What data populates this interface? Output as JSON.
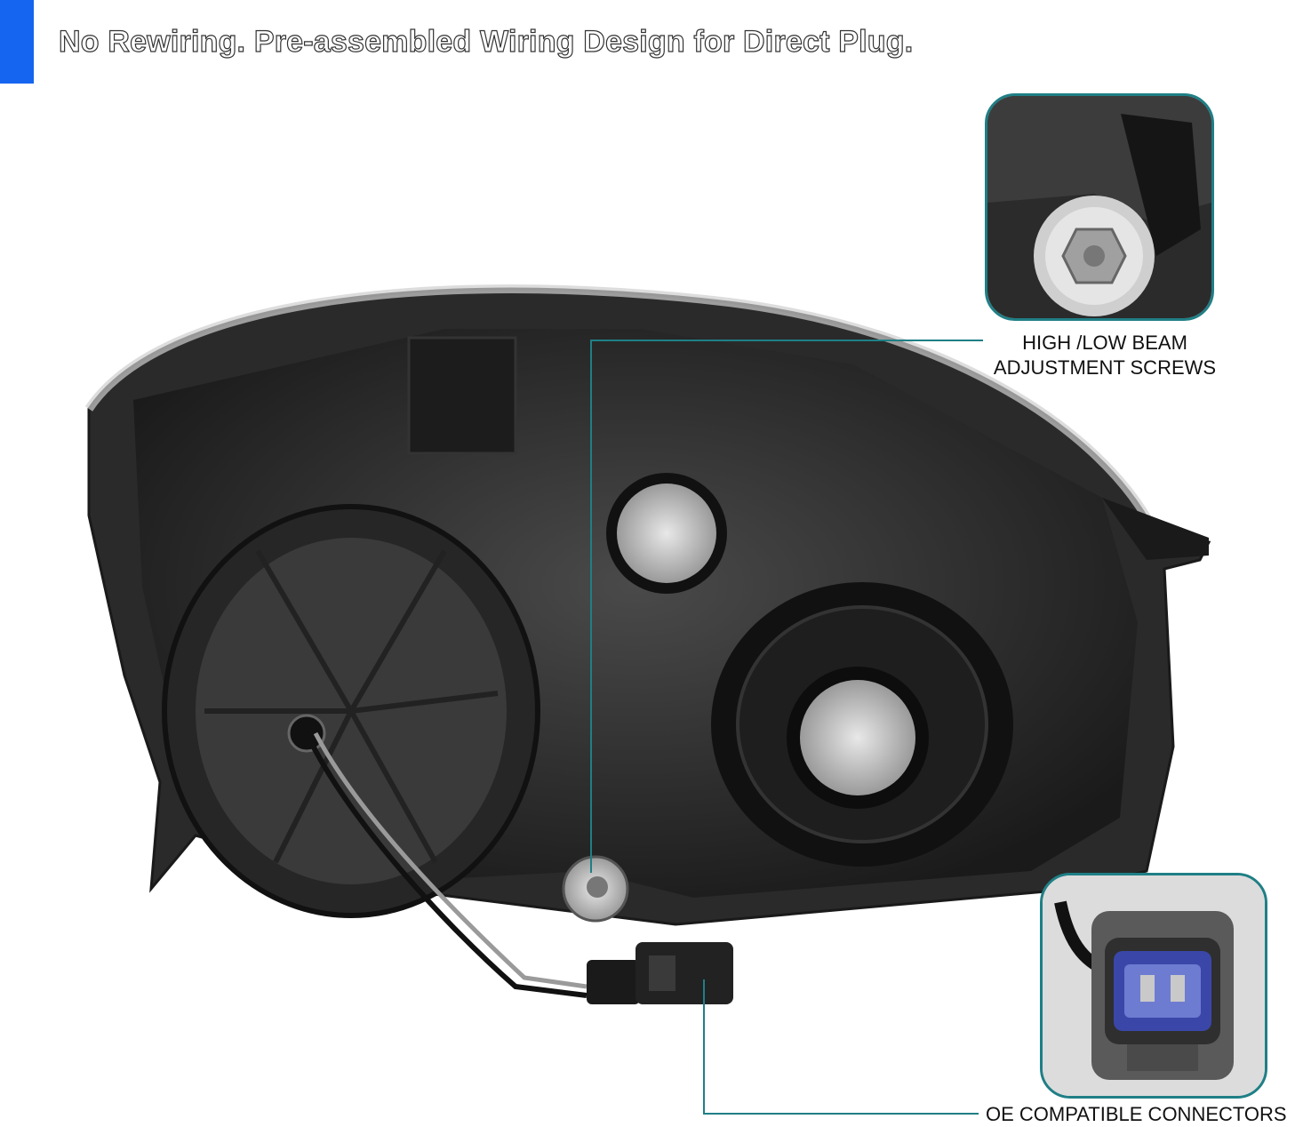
{
  "header": {
    "title": "No Rewiring. Pre-assembled Wiring Design for Direct Plug.",
    "accent_color": "#1565f0"
  },
  "callouts": {
    "adjustment": {
      "line1": "HIGH /LOW BEAM",
      "line2": "ADJUSTMENT SCREWS",
      "inset_icon": "adjustment-screw-closeup"
    },
    "connector": {
      "label": "OE COMPATIBLE CONNECTORS",
      "inset_icon": "wiring-connector-closeup"
    },
    "frame_color": "#1f7f86"
  },
  "product": {
    "image_icon": "headlight-assembly-rear-view"
  }
}
